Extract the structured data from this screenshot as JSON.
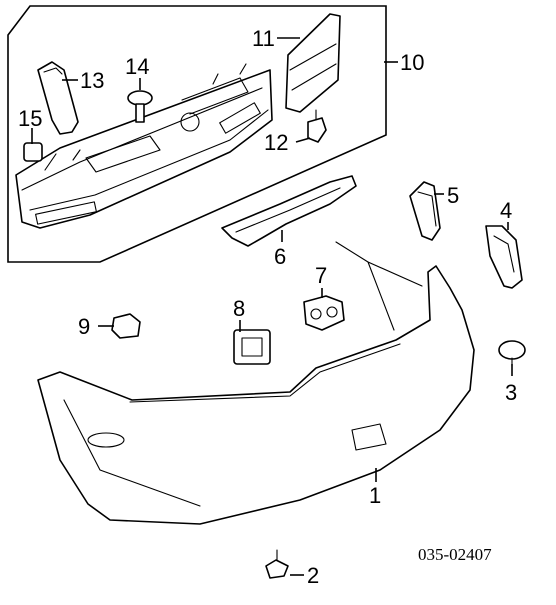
{
  "diagram": {
    "callouts": [
      "1",
      "2",
      "3",
      "4",
      "5",
      "6",
      "7",
      "8",
      "9",
      "10",
      "11",
      "12",
      "13",
      "14",
      "15"
    ],
    "code": "035-02407"
  }
}
